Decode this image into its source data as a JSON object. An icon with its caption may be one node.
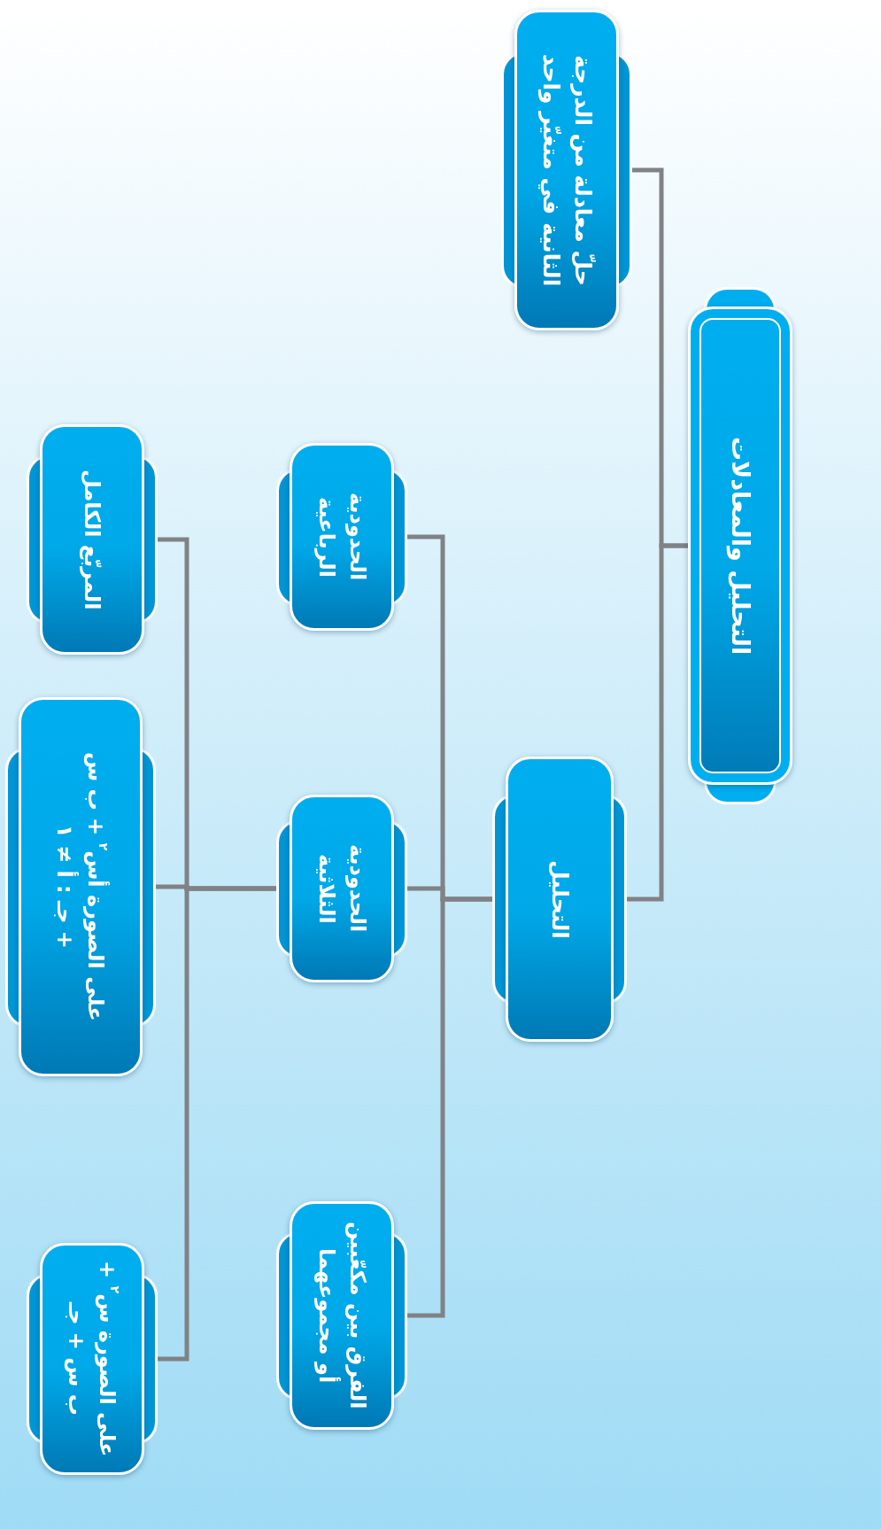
{
  "diagram": {
    "nodes": [
      {
        "text": [
          "التحليل والمعادلات"
        ]
      },
      {
        "text": [
          "حلّ معادلة من الدرجة الثانية في متغيّر واحد"
        ]
      },
      {
        "text": [
          "التحليل"
        ]
      },
      {
        "text": [
          "الحدودية الرباعية"
        ]
      },
      {
        "text": [
          "الحدودية الثلاثية"
        ]
      },
      {
        "text": [
          "الفرق بين مكعّبين أو مجموعهما"
        ]
      },
      {
        "text": [
          "المربّع الكامل"
        ]
      },
      {
        "text": [
          "على الصورة أس$^{٢}$ + ب س + جـ : أ ≠ ١"
        ]
      },
      {
        "text": [
          "على الصورة س$^{٢}$ + ب س + جـ"
        ]
      }
    ],
    "edges": [
      {
        "from": 0,
        "to": 1,
        "arrow": "none"
      },
      {
        "from": 0,
        "to": 2,
        "arrow": "none"
      },
      {
        "from": 2,
        "to": 3,
        "arrow": "none"
      },
      {
        "from": 2,
        "to": 4,
        "arrow": "none"
      },
      {
        "from": 2,
        "to": 5,
        "arrow": "none"
      },
      {
        "from": 4,
        "to": 6,
        "arrow": "none"
      },
      {
        "from": 4,
        "to": 7,
        "arrow": "none"
      },
      {
        "from": 4,
        "to": 8,
        "arrow": "none"
      }
    ]
  }
}
